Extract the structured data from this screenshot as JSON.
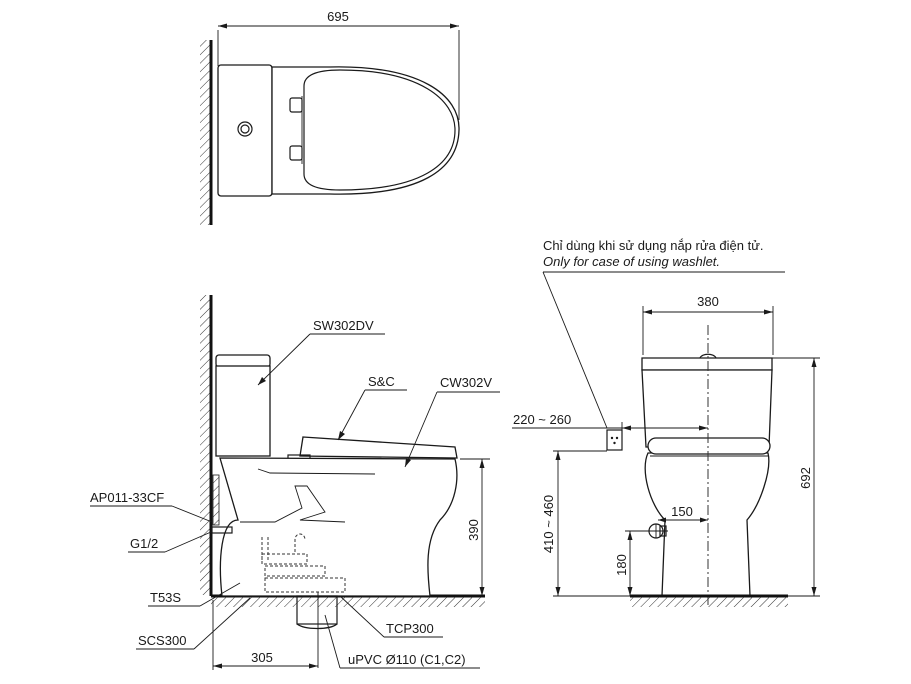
{
  "diagram": {
    "title": "Toilet technical installation drawing",
    "views": {
      "top": {
        "dimensions": {
          "length": "695"
        }
      },
      "side": {
        "labels": {
          "tank": "SW302DV",
          "seat": "S&C",
          "bowl": "CW302V",
          "stop_valve": "AP011-33CF",
          "thread": "G1/2",
          "flex_hose": "T53S",
          "bolt": "SCS300",
          "flange": "TCP300",
          "drain_pipe": "uPVC Ø110 (C1,C2)"
        },
        "dimensions": {
          "seat_height": "390",
          "rough_in": "305"
        }
      },
      "front": {
        "note_vi": "Chỉ dùng khi sử dụng nắp rửa điện tử.",
        "note_en": "Only for case of using washlet.",
        "dimensions": {
          "width": "380",
          "height": "692",
          "outlet_offset": "220 ~ 260",
          "outlet_height": "410 ~ 460",
          "supply_offset": "150",
          "supply_height": "180"
        }
      }
    },
    "colors": {
      "line": "#1a1a1a",
      "background": "#ffffff"
    }
  }
}
